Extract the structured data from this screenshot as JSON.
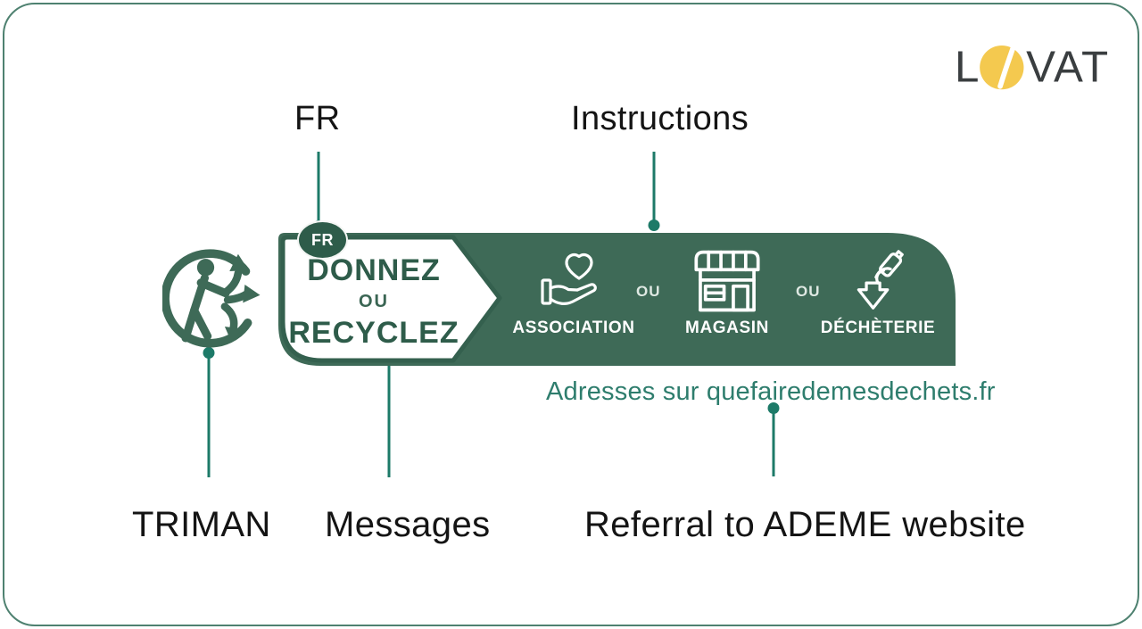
{
  "logo": {
    "l": "L",
    "vat": "VAT"
  },
  "annotations": {
    "fr": "FR",
    "instructions": "Instructions",
    "triman": "TRIMAN",
    "messages": "Messages",
    "referral": "Referral to ADEME website"
  },
  "sign": {
    "fr_badge": "FR",
    "line1": "DONNEZ",
    "line2": "OU",
    "line3": "RECYCLEZ",
    "separator1": "OU",
    "separator2": "OU",
    "options": [
      {
        "label": "ASSOCIATION",
        "icon": "heart-in-hand-icon"
      },
      {
        "label": "MAGASIN",
        "icon": "storefront-icon"
      },
      {
        "label": "DÉCHÈTERIE",
        "icon": "hand-drop-off-icon"
      }
    ],
    "referral_line": "Adresses sur quefairedemesdechets.fr"
  },
  "colors": {
    "banner_green": "#3e6a57",
    "dark_green": "#2e5c4a",
    "connector_teal": "#1d7a68",
    "referral_teal": "#2e7d6d",
    "logo_yellow": "#f4c94f",
    "frame_green": "#4e8170",
    "label_black": "#141414"
  }
}
